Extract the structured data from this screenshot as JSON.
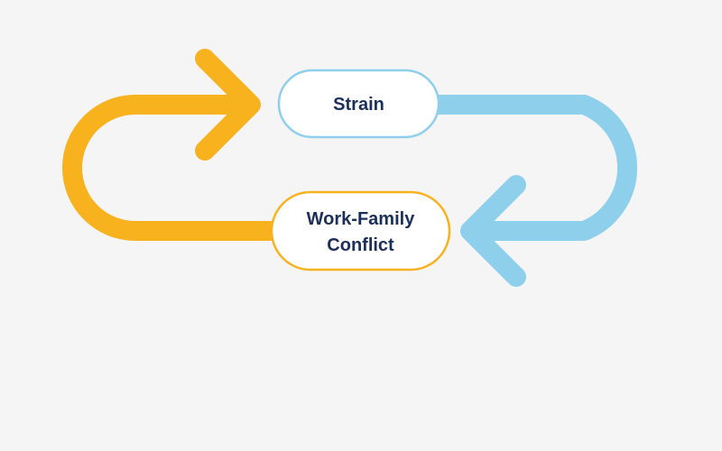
{
  "colors": {
    "background": "#f5f5f5",
    "strain_arrow": "#8ecfec",
    "conflict_arrow": "#f7b21e",
    "node_fill": "#ffffff",
    "text": "#1b2f5a"
  },
  "nodes": {
    "strain": {
      "label": "Strain"
    },
    "conflict": {
      "line1": "Work-Family",
      "line2": "Conflict"
    }
  },
  "edges": [
    {
      "from": "strain",
      "to": "conflict",
      "color_key": "strain_arrow"
    },
    {
      "from": "conflict",
      "to": "strain",
      "color_key": "conflict_arrow"
    }
  ]
}
